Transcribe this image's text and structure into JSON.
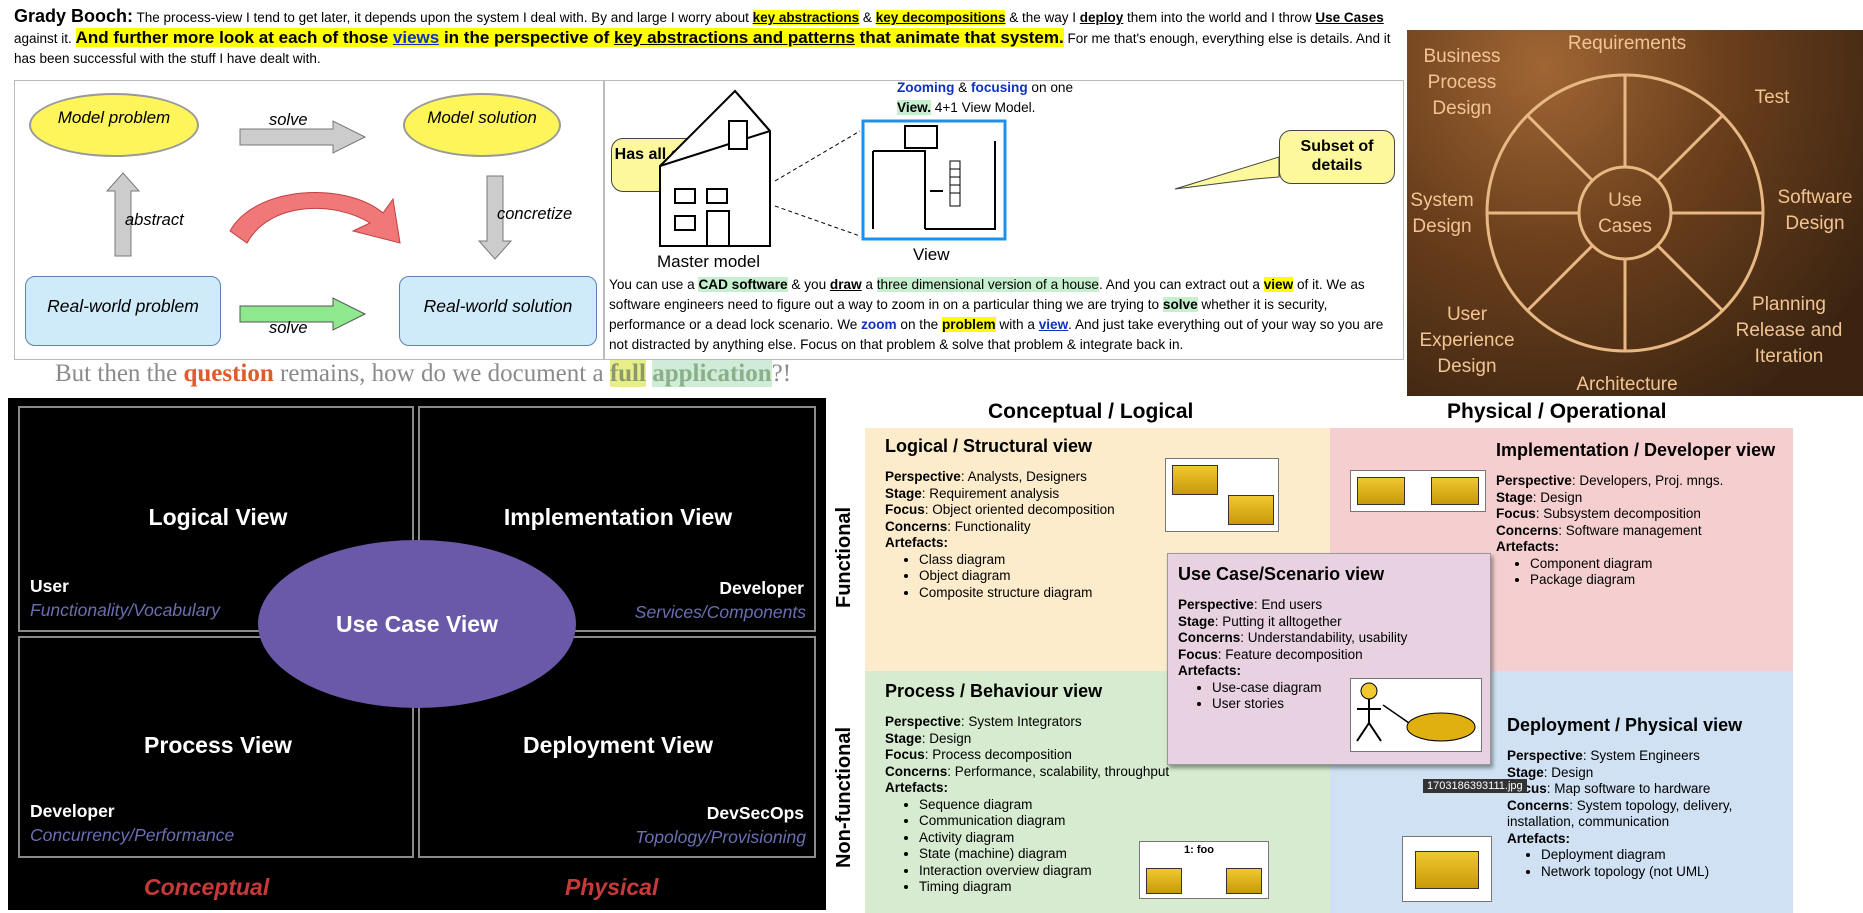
{
  "intro": {
    "speaker": "Grady Booch:",
    "t1": " The process-view I tend to get later, it depends upon the system I deal with. By and large I worry about ",
    "key_abstractions": "key abstractions",
    "amp1": " & ",
    "key_decompositions": "key decompositions",
    "t2": " & the way I ",
    "deploy": "deploy",
    "t3": " them into the world and I throw ",
    "use_cases": "Use Cases",
    "t4": " against it. ",
    "bold1": "And further more look at each of those ",
    "views": "views",
    "bold2": " in the perspective of ",
    "kap": "key abstractions and patterns",
    "bold3": " that animate that system.",
    "t5": " For me that's enough, everything else is details. And it has been successful with the stuff I have dealt with."
  },
  "diagramA": {
    "model_problem": "Model problem",
    "model_solution": "Model solution",
    "solve_top": "solve",
    "abstract": "abstract",
    "concretize": "concretize",
    "real_problem": "Real-world problem",
    "real_solution": "Real-world solution",
    "solve_bottom": "solve"
  },
  "diagramB": {
    "zooming": "Zooming",
    "amp": " & ",
    "focusing": "focusing",
    "on_one": " on one",
    "view_word": "View.",
    "model41": " 4+1 View Model.",
    "has_all": "Has all details",
    "subset": "Subset of details",
    "master": "Master model",
    "view": "View"
  },
  "midtext": {
    "a1": "You can use a ",
    "cad": "CAD software",
    "a2": " & you ",
    "draw": "draw",
    "a3": " a ",
    "three_d": "three dimensional version of a house",
    "a4": ". And you can extract out a ",
    "view1": "view",
    "a5": " of it. We as software engineers need to figure out a way to zoom in on a particular thing we are trying to ",
    "solve": "solve",
    "a6": " whether it is security, performance or a dead lock scenario. We ",
    "zoom": "zoom",
    "a7": " on the ",
    "problem": "problem",
    "a8": " with a ",
    "view2": "view",
    "a9": ". And just take everything out of your way so you are not distracted by anything else. Focus on that problem & solve that problem & integrate back in."
  },
  "question": {
    "q1": "But then the ",
    "question": "question",
    "q2": " remains, how do we document a ",
    "full": "full",
    "space": " ",
    "application": "application",
    "q3": "?!"
  },
  "wheel": {
    "center": "Use Cases",
    "requirements": "Requirements",
    "test": "Test",
    "software_design": "Software Design",
    "planning": "Planning Release and Iteration",
    "architecture": "Architecture",
    "ux": "User Experience Design",
    "system_design": "System Design",
    "bpd": "Business Process Design"
  },
  "dark": {
    "logical": "Logical View",
    "implementation": "Implementation View",
    "process": "Process View",
    "deployment": "Deployment View",
    "usecase": "Use Case View",
    "user": "User",
    "user_sub": "Functionality/Vocabulary",
    "developer": "Developer",
    "developer_sub": "Services/Components",
    "developer2": "Developer",
    "developer2_sub": "Concurrency/Performance",
    "devsecops": "DevSecOps",
    "devsecops_sub": "Topology/Provisioning",
    "conceptual": "Conceptual",
    "physical": "Physical"
  },
  "quads": {
    "h_conceptual": "Conceptual / Logical",
    "h_physical": "Physical / Operational",
    "v_functional": "Functional",
    "v_nonfunctional": "Non-functional",
    "tooltip": "1703186393111.jpg",
    "foo": "1: foo",
    "lbl_perspective": "Perspective",
    "lbl_stage": "Stage",
    "lbl_focus": "Focus",
    "lbl_concerns": "Concerns",
    "lbl_artefacts": "Artefacts:",
    "logical": {
      "title": "Logical / Structural view",
      "perspective": ": Analysts, Designers",
      "stage": ": Requirement analysis",
      "focus": ": Object oriented decomposition",
      "concerns": ": Functionality",
      "items": [
        "Class diagram",
        "Object diagram",
        "Composite structure diagram"
      ]
    },
    "implementation": {
      "title": "Implementation / Developer view",
      "perspective": ": Developers, Proj. mngs.",
      "stage": ": Design",
      "focus": ": Subsystem decomposition",
      "concerns": ": Software management",
      "items": [
        "Component diagram",
        "Package diagram"
      ]
    },
    "usecase": {
      "title": "Use Case/Scenario view",
      "perspective": ": End users",
      "stage": ": Putting it alltogether",
      "concerns": ": Understandability, usability",
      "focus": ": Feature decomposition",
      "items": [
        "Use-case diagram",
        "User stories"
      ]
    },
    "process": {
      "title": "Process / Behaviour view",
      "perspective": ": System Integrators",
      "stage": ": Design",
      "focus": ": Process decomposition",
      "concerns": ": Performance, scalability, throughput",
      "items": [
        "Sequence diagram",
        "Communication diagram",
        "Activity diagram",
        "State (machine) diagram",
        "Interaction overview diagram",
        "Timing diagram"
      ]
    },
    "deployment": {
      "title": "Deployment / Physical view",
      "perspective": ": System Engineers",
      "stage": ": Design",
      "focus": ": Map software to hardware",
      "concerns": ": System topology, delivery, installation, communication",
      "items": [
        "Deployment diagram",
        "Network topology (not UML)"
      ]
    }
  }
}
